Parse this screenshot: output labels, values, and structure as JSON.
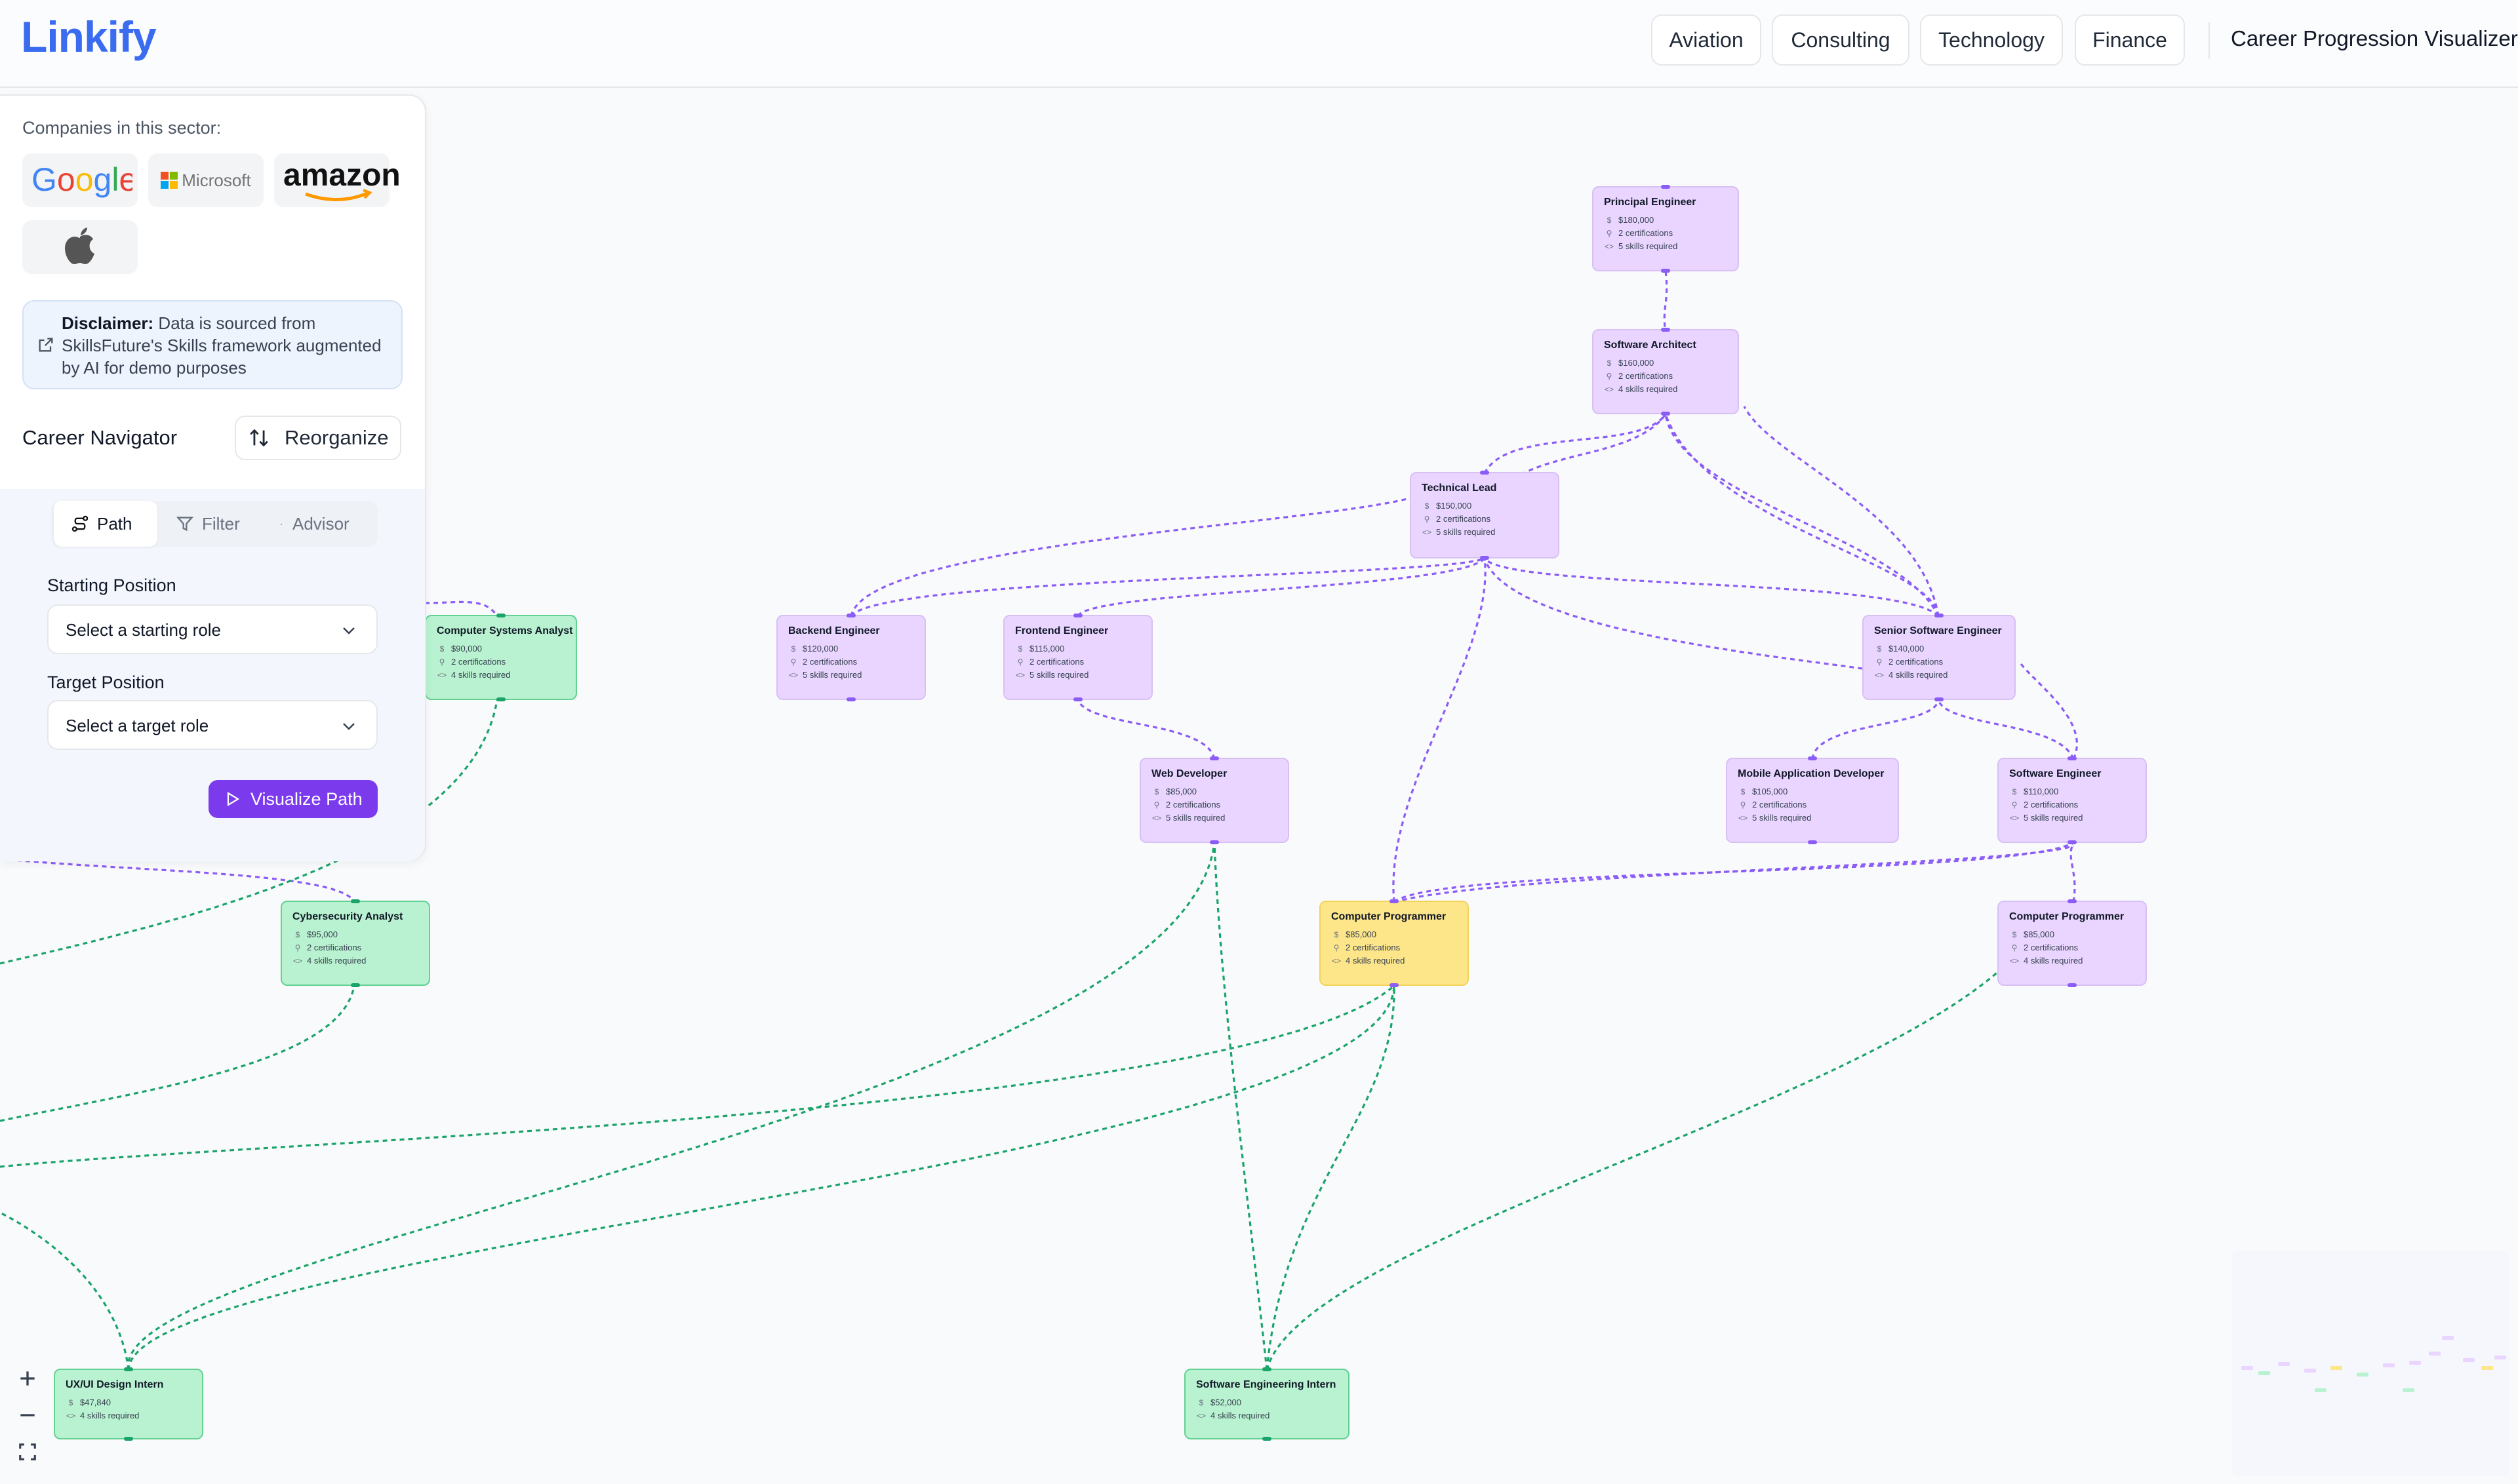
{
  "header": {
    "logo": "Linkify",
    "nav": [
      "Aviation",
      "Consulting",
      "Technology",
      "Finance"
    ],
    "title": "Career Progression Visualizer"
  },
  "panel": {
    "companies_label": "Companies in this sector:",
    "companies": [
      "google-logo",
      "microsoft-logo",
      "amazon-logo",
      "apple-logo"
    ],
    "disclaimer_bold": "Disclaimer:",
    "disclaimer_text": " Data is sourced from SkillsFuture's Skills framework augmented by AI for demo purposes",
    "navigator_title": "Career Navigator",
    "reorganize_label": "Reorganize",
    "tabs": [
      "Path",
      "Filter",
      "Advisor"
    ],
    "starting_label": "Starting Position",
    "starting_placeholder": "Select a starting role",
    "target_label": "Target Position",
    "target_placeholder": "Select a target role",
    "visualize_label": "Visualize Path",
    "microsoft_text": "Microsoft",
    "amazon_text": "amazon"
  },
  "colors": {
    "accent": "#7c3aed",
    "logo_blue": "#3b6cf0",
    "node_purple": "#e9d5ff",
    "node_green": "#b9f2d0",
    "node_yellow": "#fde68a",
    "edge_purple": "#8b5cf6",
    "edge_green": "#1aa36a"
  },
  "roles": [
    {
      "id": "principal_engineer",
      "title": "Principal Engineer",
      "salary": "$180,000",
      "certs": "2 certifications",
      "skills": "5 skills required",
      "tone": "purple"
    },
    {
      "id": "software_architect",
      "title": "Software Architect",
      "salary": "$160,000",
      "certs": "2 certifications",
      "skills": "4 skills required",
      "tone": "purple"
    },
    {
      "id": "technical_lead",
      "title": "Technical Lead",
      "salary": "$150,000",
      "certs": "2 certifications",
      "skills": "5 skills required",
      "tone": "purple"
    },
    {
      "id": "computer_systems_analyst",
      "title": "Computer Systems Analyst",
      "salary": "$90,000",
      "certs": "2 certifications",
      "skills": "4 skills required",
      "tone": "green"
    },
    {
      "id": "backend_engineer",
      "title": "Backend Engineer",
      "salary": "$120,000",
      "certs": "2 certifications",
      "skills": "5 skills required",
      "tone": "purple"
    },
    {
      "id": "frontend_engineer",
      "title": "Frontend Engineer",
      "salary": "$115,000",
      "certs": "2 certifications",
      "skills": "5 skills required",
      "tone": "purple"
    },
    {
      "id": "senior_software_engineer",
      "title": "Senior Software Engineer",
      "salary": "$140,000",
      "certs": "2 certifications",
      "skills": "4 skills required",
      "tone": "purple"
    },
    {
      "id": "web_developer",
      "title": "Web Developer",
      "salary": "$85,000",
      "certs": "2 certifications",
      "skills": "5 skills required",
      "tone": "purple"
    },
    {
      "id": "mobile_application_developer",
      "title": "Mobile Application Developer",
      "salary": "$105,000",
      "certs": "2 certifications",
      "skills": "5 skills required",
      "tone": "purple"
    },
    {
      "id": "software_engineer",
      "title": "Software Engineer",
      "salary": "$110,000",
      "certs": "2 certifications",
      "skills": "5 skills required",
      "tone": "purple"
    },
    {
      "id": "cybersecurity_analyst",
      "title": "Cybersecurity Analyst",
      "salary": "$95,000",
      "certs": "2 certifications",
      "skills": "4 skills required",
      "tone": "green"
    },
    {
      "id": "computer_programmer_a",
      "title": "Computer Programmer",
      "salary": "$85,000",
      "certs": "2 certifications",
      "skills": "4 skills required",
      "tone": "yellow"
    },
    {
      "id": "computer_programmer_b",
      "title": "Computer Programmer",
      "salary": "$85,000",
      "certs": "2 certifications",
      "skills": "4 skills required",
      "tone": "purple"
    },
    {
      "id": "uxui_design_intern",
      "title": "UX/UI Design Intern",
      "salary": "$47,840",
      "skills": "4 skills required",
      "tone": "green"
    },
    {
      "id": "software_engineering_intern",
      "title": "Software Engineering Intern",
      "salary": "$52,000",
      "skills": "4 skills required",
      "tone": "green"
    }
  ]
}
